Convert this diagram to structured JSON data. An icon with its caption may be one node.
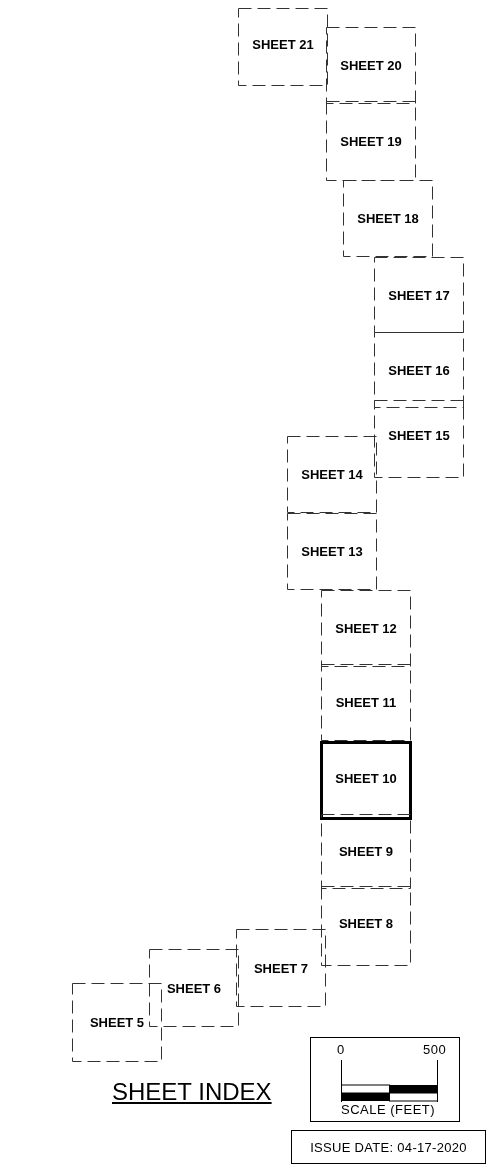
{
  "diagram": {
    "title": "SHEET INDEX",
    "nodes": [
      {
        "text": [
          "SHEET 21"
        ]
      },
      {
        "text": [
          "SHEET 20"
        ]
      },
      {
        "text": [
          "SHEET 19"
        ]
      },
      {
        "text": [
          "SHEET 18"
        ]
      },
      {
        "text": [
          "SHEET 17"
        ]
      },
      {
        "text": [
          "SHEET 16"
        ]
      },
      {
        "text": [
          "SHEET 15"
        ]
      },
      {
        "text": [
          "SHEET 14"
        ]
      },
      {
        "text": [
          "SHEET 13"
        ]
      },
      {
        "text": [
          "SHEET 12"
        ]
      },
      {
        "text": [
          "SHEET 11"
        ]
      },
      {
        "text": [
          "SHEET 10"
        ]
      },
      {
        "text": [
          "SHEET 9"
        ]
      },
      {
        "text": [
          "SHEET 8"
        ]
      },
      {
        "text": [
          "SHEET 7"
        ]
      },
      {
        "text": [
          "SHEET 6"
        ]
      },
      {
        "text": [
          "SHEET 5"
        ]
      },
      {
        "text": [
          "0",
          "500",
          "SCALE (FEET)"
        ]
      },
      {
        "text": [
          "ISSUE DATE: 04-17-2020"
        ]
      }
    ],
    "edges": []
  }
}
